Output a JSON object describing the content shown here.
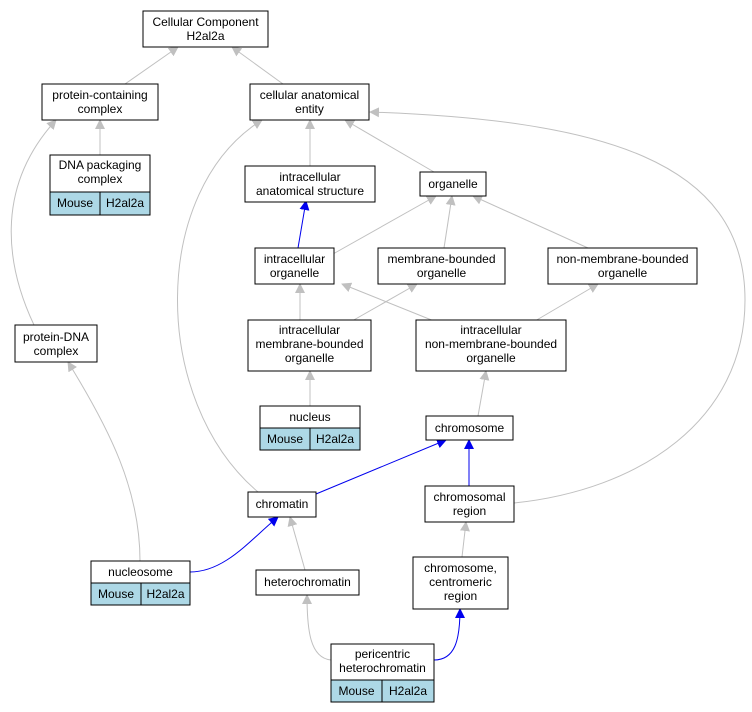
{
  "nodes": {
    "cellular_component": {
      "lines": [
        "Cellular Component",
        "H2al2a"
      ]
    },
    "protein_containing_complex": {
      "lines": [
        "protein-containing",
        "complex"
      ]
    },
    "cellular_anatomical_entity": {
      "lines": [
        "cellular anatomical",
        "entity"
      ]
    },
    "dna_packaging_complex": {
      "lines": [
        "DNA packaging",
        "complex"
      ],
      "tags": [
        "Mouse",
        "H2al2a"
      ]
    },
    "intracellular_anatomical_structure": {
      "lines": [
        "intracellular",
        "anatomical structure"
      ]
    },
    "organelle": {
      "lines": [
        "organelle"
      ]
    },
    "intracellular_organelle": {
      "lines": [
        "intracellular",
        "organelle"
      ]
    },
    "membrane_bounded_organelle": {
      "lines": [
        "membrane-bounded",
        "organelle"
      ]
    },
    "non_membrane_bounded_organelle": {
      "lines": [
        "non-membrane-bounded",
        "organelle"
      ]
    },
    "protein_dna_complex": {
      "lines": [
        "protein-DNA",
        "complex"
      ]
    },
    "intracellular_membrane_bounded_organelle": {
      "lines": [
        "intracellular",
        "membrane-bounded",
        "organelle"
      ]
    },
    "intracellular_non_membrane_bounded_organelle": {
      "lines": [
        "intracellular",
        "non-membrane-bounded",
        "organelle"
      ]
    },
    "nucleus": {
      "lines": [
        "nucleus"
      ],
      "tags": [
        "Mouse",
        "H2al2a"
      ]
    },
    "chromosome": {
      "lines": [
        "chromosome"
      ]
    },
    "chromatin": {
      "lines": [
        "chromatin"
      ]
    },
    "chromosomal_region": {
      "lines": [
        "chromosomal",
        "region"
      ]
    },
    "nucleosome": {
      "lines": [
        "nucleosome"
      ],
      "tags": [
        "Mouse",
        "H2al2a"
      ]
    },
    "heterochromatin": {
      "lines": [
        "heterochromatin"
      ]
    },
    "chromosome_centromeric_region": {
      "lines": [
        "chromosome,",
        "centromeric",
        "region"
      ]
    },
    "pericentric_heterochromatin": {
      "lines": [
        "pericentric",
        "heterochromatin"
      ],
      "tags": [
        "Mouse",
        "H2al2a"
      ]
    }
  },
  "edges": [
    {
      "from": "protein_containing_complex",
      "to": "cellular_component",
      "kind": "is_a"
    },
    {
      "from": "cellular_anatomical_entity",
      "to": "cellular_component",
      "kind": "is_a"
    },
    {
      "from": "dna_packaging_complex",
      "to": "protein_containing_complex",
      "kind": "is_a"
    },
    {
      "from": "protein_dna_complex",
      "to": "protein_containing_complex",
      "kind": "is_a"
    },
    {
      "from": "intracellular_anatomical_structure",
      "to": "cellular_anatomical_entity",
      "kind": "is_a"
    },
    {
      "from": "organelle",
      "to": "cellular_anatomical_entity",
      "kind": "is_a"
    },
    {
      "from": "chromatin",
      "to": "cellular_anatomical_entity",
      "kind": "is_a"
    },
    {
      "from": "chromosomal_region",
      "to": "cellular_anatomical_entity",
      "kind": "is_a"
    },
    {
      "from": "intracellular_organelle",
      "to": "intracellular_anatomical_structure",
      "kind": "part_of"
    },
    {
      "from": "intracellular_organelle",
      "to": "organelle",
      "kind": "is_a"
    },
    {
      "from": "membrane_bounded_organelle",
      "to": "organelle",
      "kind": "is_a"
    },
    {
      "from": "non_membrane_bounded_organelle",
      "to": "organelle",
      "kind": "is_a"
    },
    {
      "from": "intracellular_membrane_bounded_organelle",
      "to": "intracellular_organelle",
      "kind": "is_a"
    },
    {
      "from": "intracellular_membrane_bounded_organelle",
      "to": "membrane_bounded_organelle",
      "kind": "is_a"
    },
    {
      "from": "intracellular_non_membrane_bounded_organelle",
      "to": "intracellular_organelle",
      "kind": "is_a"
    },
    {
      "from": "intracellular_non_membrane_bounded_organelle",
      "to": "non_membrane_bounded_organelle",
      "kind": "is_a"
    },
    {
      "from": "nucleus",
      "to": "intracellular_membrane_bounded_organelle",
      "kind": "is_a"
    },
    {
      "from": "chromosome",
      "to": "intracellular_non_membrane_bounded_organelle",
      "kind": "is_a"
    },
    {
      "from": "chromatin",
      "to": "chromosome",
      "kind": "part_of"
    },
    {
      "from": "chromosomal_region",
      "to": "chromosome",
      "kind": "part_of"
    },
    {
      "from": "nucleosome",
      "to": "protein_dna_complex",
      "kind": "is_a"
    },
    {
      "from": "nucleosome",
      "to": "chromatin",
      "kind": "part_of"
    },
    {
      "from": "heterochromatin",
      "to": "chromatin",
      "kind": "is_a"
    },
    {
      "from": "chromosome_centromeric_region",
      "to": "chromosomal_region",
      "kind": "is_a"
    },
    {
      "from": "pericentric_heterochromatin",
      "to": "heterochromatin",
      "kind": "is_a"
    },
    {
      "from": "pericentric_heterochromatin",
      "to": "chromosome_centromeric_region",
      "kind": "part_of"
    }
  ],
  "colors": {
    "is_a": "#c0c0c0",
    "part_of": "#0000ee",
    "tag_fill": "#add8e6",
    "node_stroke": "#000000"
  }
}
